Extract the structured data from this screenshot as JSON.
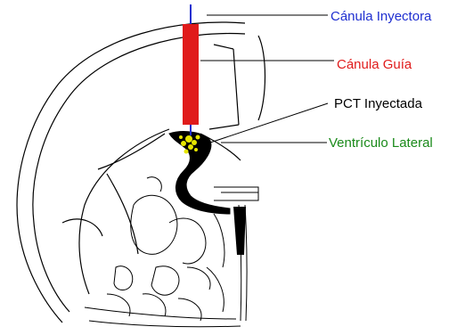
{
  "labels": {
    "injector_cannula": "Cánula Inyectora",
    "guide_cannula": "Cánula Guía",
    "injected_pct": "PCT Inyectada",
    "lateral_ventricle": "Ventrículo Lateral"
  },
  "colors": {
    "injector_cannula": "#1f2fd0",
    "guide_cannula": "#e01b1b",
    "injected_pct": "#000000",
    "lateral_ventricle": "#1a8a1a",
    "pct_stain": "#e6e600",
    "outline": "#000000"
  }
}
